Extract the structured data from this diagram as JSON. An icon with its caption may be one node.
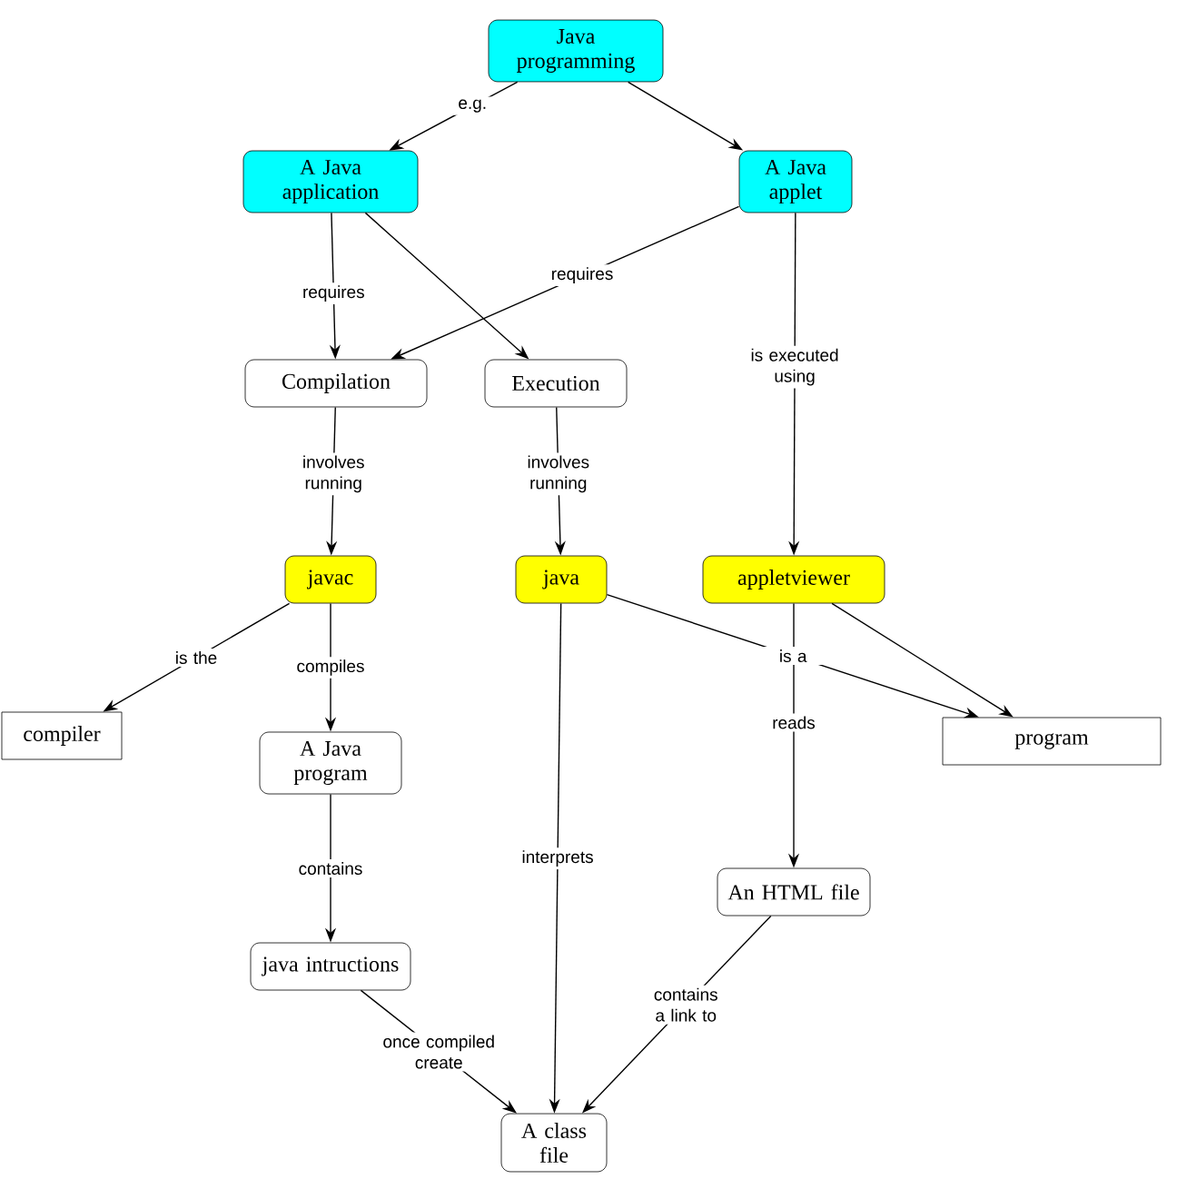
{
  "diagram": {
    "nodes": [
      {
        "text": [
          "Java programming"
        ]
      },
      {
        "text": [
          "A Java application"
        ]
      },
      {
        "text": [
          "A Java applet"
        ]
      },
      {
        "text": [
          "Compilation"
        ]
      },
      {
        "text": [
          "Execution"
        ]
      },
      {
        "text": [
          "javac"
        ]
      },
      {
        "text": [
          "java"
        ]
      },
      {
        "text": [
          "appletviewer"
        ]
      },
      {
        "text": [
          "compiler"
        ]
      },
      {
        "text": [
          "A Java program"
        ]
      },
      {
        "text": [
          "program"
        ]
      },
      {
        "text": [
          "An HTML file"
        ]
      },
      {
        "text": [
          "java intructions"
        ]
      },
      {
        "text": [
          "A class file"
        ]
      }
    ],
    "edges": [
      {
        "from": 0,
        "to": 1,
        "arrow": "to",
        "label": "e.g."
      },
      {
        "from": 0,
        "to": 2,
        "arrow": "to"
      },
      {
        "from": 1,
        "to": 3,
        "arrow": "to",
        "label": "requires"
      },
      {
        "from": 1,
        "to": 4,
        "arrow": "to"
      },
      {
        "from": 2,
        "to": 3,
        "arrow": "to",
        "label": "requires"
      },
      {
        "from": 2,
        "to": 7,
        "arrow": "to",
        "label": "is executed using"
      },
      {
        "from": 3,
        "to": 5,
        "arrow": "to",
        "label": "involves running"
      },
      {
        "from": 4,
        "to": 6,
        "arrow": "to",
        "label": "involves running"
      },
      {
        "from": 5,
        "to": 8,
        "arrow": "to",
        "label": "is the"
      },
      {
        "from": 5,
        "to": 9,
        "arrow": "to",
        "label": "compiles"
      },
      {
        "from": 6,
        "to": 13,
        "arrow": "to",
        "label": "interprets"
      },
      {
        "from": 6,
        "to": 10,
        "arrow": "to",
        "label": "is a"
      },
      {
        "from": 7,
        "to": 10,
        "arrow": "to"
      },
      {
        "from": 7,
        "to": 11,
        "arrow": "to",
        "label": "reads"
      },
      {
        "from": 9,
        "to": 12,
        "arrow": "to",
        "label": "contains"
      },
      {
        "from": 12,
        "to": 13,
        "arrow": "to",
        "label": "once compiled create"
      },
      {
        "from": 11,
        "to": 13,
        "arrow": "to",
        "label": "contains a link to"
      }
    ]
  }
}
